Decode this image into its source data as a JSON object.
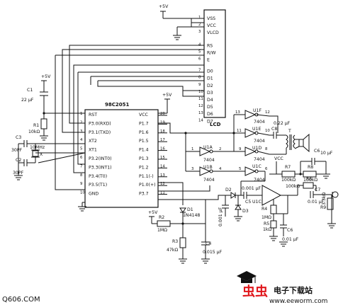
{
  "mcu": {
    "name": "98C2051",
    "vcc_pin": "20",
    "left_pins": [
      {
        "num": "1",
        "name": "RST"
      },
      {
        "num": "2",
        "name": "P3.0(RXD)"
      },
      {
        "num": "3",
        "name": "P3.1(TXD)"
      },
      {
        "num": "4",
        "name": "XT2"
      },
      {
        "num": "5",
        "name": "XT1"
      },
      {
        "num": "6",
        "name": "P3.2(INT0)"
      },
      {
        "num": "7",
        "name": "P3.3(INT1)"
      },
      {
        "num": "8",
        "name": "P3.4(T0)"
      },
      {
        "num": "9",
        "name": "P3.5(T1)"
      },
      {
        "num": "10",
        "name": "GND"
      }
    ],
    "right_pins": [
      {
        "num": "20",
        "name": "VCC"
      },
      {
        "num": "19",
        "name": "P1.7"
      },
      {
        "num": "18",
        "name": "P1.6"
      },
      {
        "num": "17",
        "name": "P1.5"
      },
      {
        "num": "16",
        "name": "P1.4"
      },
      {
        "num": "15",
        "name": "P1.3"
      },
      {
        "num": "14",
        "name": "P1.2"
      },
      {
        "num": "13",
        "name": "P1.1(-)"
      },
      {
        "num": "12",
        "name": "P1.0(+)"
      },
      {
        "num": "11",
        "name": "P3.7"
      }
    ]
  },
  "lcd": {
    "title": "LCD",
    "pins": [
      "VSS",
      "VCC",
      "VLCD",
      "RS",
      "R/W",
      "E",
      "D0",
      "D1",
      "D2",
      "D3",
      "D4",
      "D5",
      "D6",
      "D7"
    ],
    "nums": [
      "1",
      "2",
      "3",
      "4",
      "5",
      "6",
      "7",
      "8",
      "9",
      "10",
      "11",
      "12",
      "13",
      "14"
    ]
  },
  "power": {
    "v1": "+5V",
    "v2": "+5V",
    "v3": "+5V",
    "v4": "+5V",
    "vcc": "VCC"
  },
  "components": {
    "c1": "C1",
    "c1v": "22 μF",
    "r1": "R1",
    "r1v": "10kΩ",
    "c3": "C3",
    "c3v": "30PF",
    "c2": "C2",
    "c2v": "30PF",
    "xtal": "10MHz",
    "x": "X",
    "d1": "D1",
    "d1v": "1N4148",
    "r2": "R2",
    "r2v": "1MΩ",
    "r3": "R3",
    "r3v": "47kΩ",
    "c4": "C4",
    "c4v": "0.015 μF",
    "d2": "D2",
    "d3": "D3",
    "c5": "C5",
    "c5v": "0.001 μF",
    "c5b": "0.001 μF",
    "u1c": "U1C",
    "u1f": "U1F",
    "u1e": "U1E",
    "u1d": "U1D",
    "u1a": "U1A",
    "u1b": "U1B",
    "ic": "7404",
    "c8": "C8",
    "c8v": "0.22 μF",
    "t": "T",
    "c6": "C6",
    "c6v": "10 μF",
    "r7": "R7",
    "r7v": "100kΩ",
    "r8": "R8",
    "r8v": "100kΩ",
    "r6": "R6",
    "r6v": "100kΩ",
    "c7": "C7",
    "c7v": "0.01 μF",
    "r9": "R9",
    "r9v": "3.3kΩ",
    "r4": "R4",
    "r4v": "1MΩ",
    "r5": "R5",
    "r5v": "1kΩ",
    "c6b": "C6",
    "c6bv": "0.01 μF"
  },
  "gate_pins": {
    "f13": "13",
    "f12": "12",
    "e11": "11",
    "e10": "10",
    "a1": "1",
    "a2": "2",
    "b3": "3",
    "b4": "4",
    "d9": "9",
    "d8": "8",
    "c5": "5",
    "c6": "6"
  },
  "watermark": {
    "left": "Q606.COM",
    "brand_cn": "虫虫",
    "site_cn": "电子下载站",
    "url": "www.eeworm.com"
  }
}
